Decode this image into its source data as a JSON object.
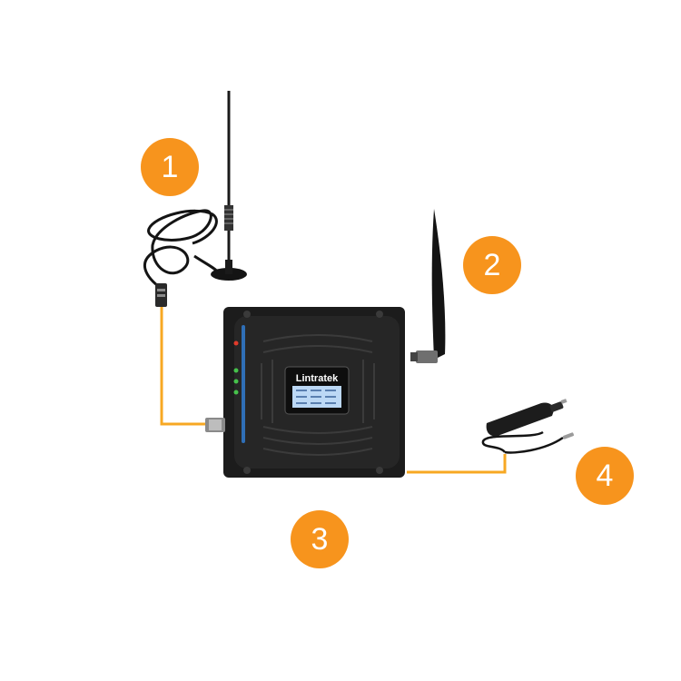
{
  "brand_text": "Lintratek",
  "step_badges": [
    {
      "number": "1",
      "component": "magnetic-outdoor-antenna"
    },
    {
      "number": "2",
      "component": "indoor-whip-antenna"
    },
    {
      "number": "3",
      "component": "signal-booster-unit"
    },
    {
      "number": "4",
      "component": "car-power-adapter"
    }
  ],
  "colors": {
    "badge": "#f7941d",
    "cable": "#f7a823",
    "device_body": "#1c1c1c",
    "screen": "#bcd8f5"
  }
}
